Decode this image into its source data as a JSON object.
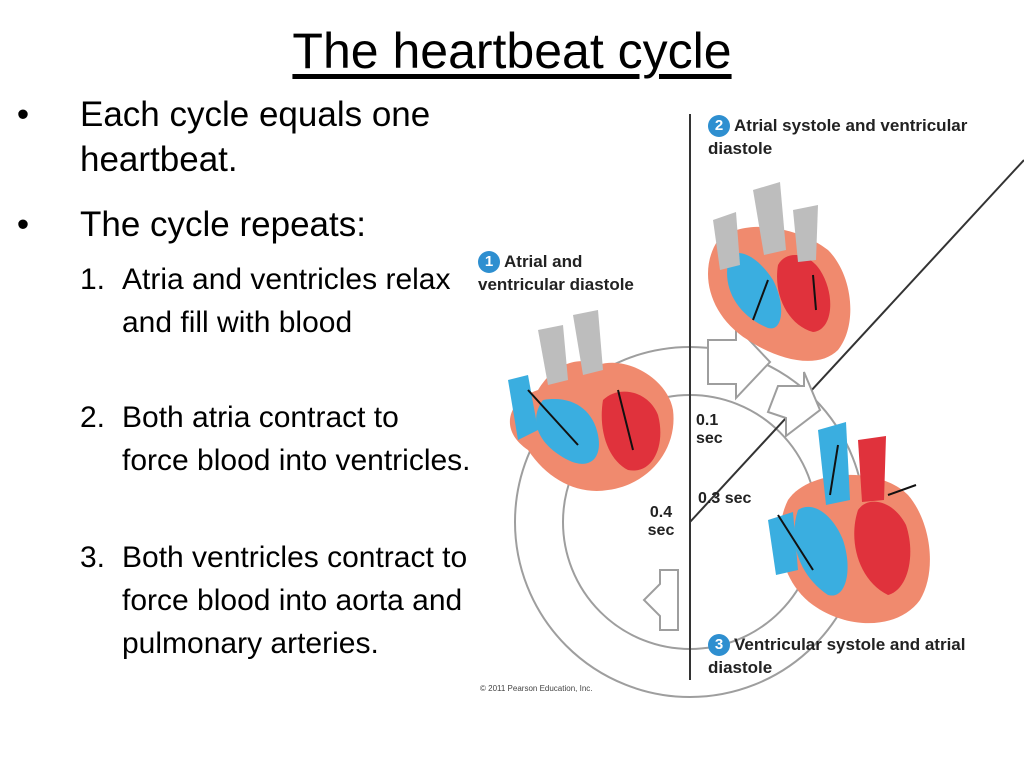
{
  "title": "The heartbeat cycle",
  "bullets": [
    {
      "marker": "•",
      "text": "Each cycle equals one heartbeat."
    },
    {
      "marker": "•",
      "text": "The cycle repeats:"
    }
  ],
  "steps": [
    {
      "num": "1.",
      "text": "Atria and ventricles relax and fill with blood"
    },
    {
      "num": "2.",
      "text": "Both atria contract to force blood into ventricles."
    },
    {
      "num": "3.",
      "text": "Both ventricles contract to force blood into aorta and pulmonary arteries."
    }
  ],
  "diagram": {
    "phase1": {
      "badge": "1",
      "line1": "Atrial and",
      "line2": "ventricular diastole"
    },
    "phase2": {
      "badge": "2",
      "line1": "Atrial systole and ventricular",
      "line2": "diastole"
    },
    "phase3": {
      "badge": "3",
      "line1": "Ventricular systole and atrial",
      "line2": "diastole"
    },
    "durations": {
      "d1_value": "0.1",
      "d1_unit": "sec",
      "d3_value": "0.3 sec",
      "d4_value": "0.4",
      "d4_unit": "sec"
    },
    "copyright": "© 2011 Pearson Education, Inc.",
    "colors": {
      "oxygen_poor": "#3aaee0",
      "oxygen_rich": "#e0323c",
      "tissue": "#f08a6e",
      "vessel": "#bdbdbd"
    }
  }
}
